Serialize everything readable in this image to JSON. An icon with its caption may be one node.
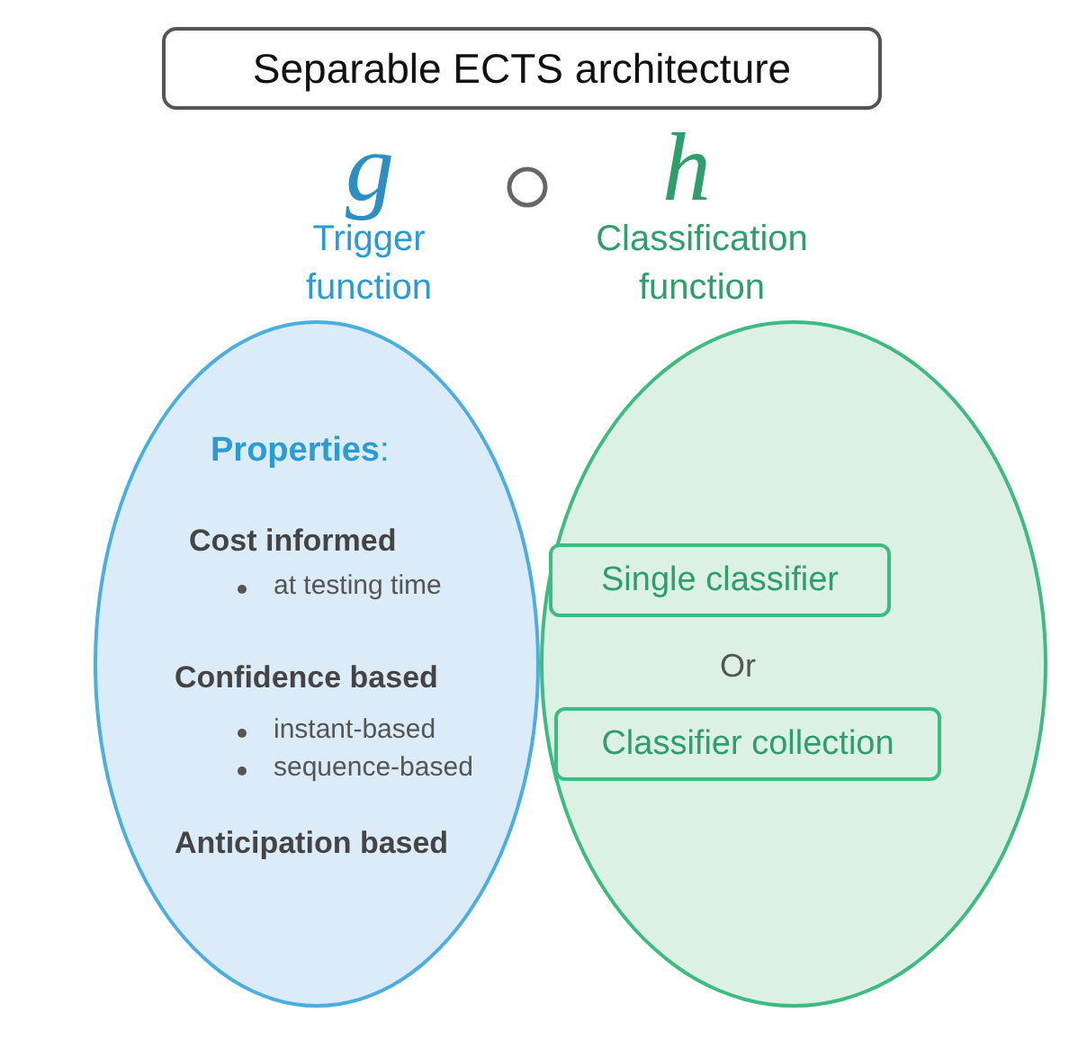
{
  "diagram": {
    "nodes": [
      {
        "text": [
          "Separable ECTS architecture"
        ]
      },
      {
        "text": [
          "**Properties**:",
          "Cost informed",
          "at testing time",
          "Confidence based",
          "instant-based",
          "sequence-based",
          "Anticipation based"
        ]
      },
      {
        "text": [
          "Or"
        ]
      },
      {
        "text": [
          "Single classifier"
        ],
        "in": 2
      },
      {
        "text": [
          "Classifier collection"
        ],
        "in": 2
      }
    ],
    "labels": [
      "g",
      "Trigger function",
      "h",
      "Classification function"
    ]
  }
}
